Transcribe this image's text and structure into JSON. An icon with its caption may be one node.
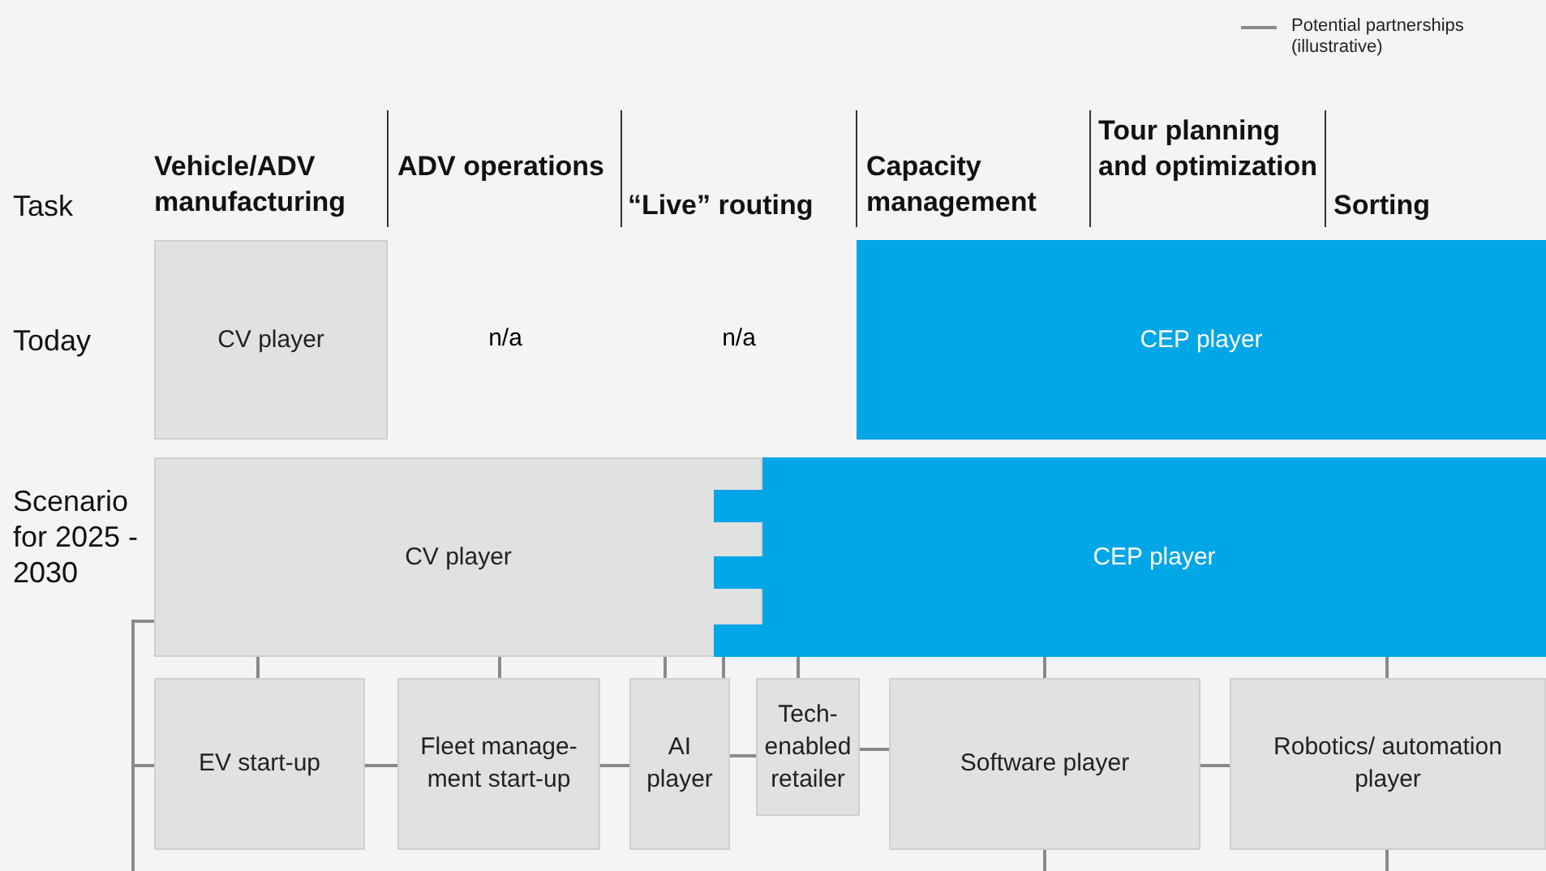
{
  "diagram": {
    "nodes": [
      {
        "text": [
          "CV player"
        ]
      },
      {
        "text": [
          "CEP player"
        ]
      },
      {
        "text": [
          "CV player"
        ]
      },
      {
        "text": [
          "CEP player"
        ]
      },
      {
        "text": [
          "EV start-up"
        ]
      },
      {
        "text": [
          "Fleet manage- ment start-up"
        ]
      },
      {
        "text": [
          "AI player"
        ]
      },
      {
        "text": [
          "Tech- enabled retailer"
        ]
      },
      {
        "text": [
          "Software player"
        ]
      },
      {
        "text": [
          "Robotics/ automation player"
        ]
      }
    ],
    "edges": [
      {
        "from": 2,
        "to": 4,
        "arrow": "none"
      },
      {
        "from": 2,
        "to": 5,
        "arrow": "none"
      },
      {
        "from": 2,
        "to": 6,
        "arrow": "none"
      },
      {
        "from": 3,
        "to": 6,
        "arrow": "none"
      },
      {
        "from": 3,
        "to": 7,
        "arrow": "none"
      },
      {
        "from": 3,
        "to": 8,
        "arrow": "none"
      },
      {
        "from": 3,
        "to": 9,
        "arrow": "none"
      },
      {
        "from": 2,
        "to": 4,
        "arrow": "none"
      },
      {
        "from": 4,
        "to": 5,
        "arrow": "none"
      },
      {
        "from": 5,
        "to": 6,
        "arrow": "none"
      },
      {
        "from": 6,
        "to": 7,
        "arrow": "none"
      },
      {
        "from": 7,
        "to": 8,
        "arrow": "none"
      },
      {
        "from": 8,
        "to": 9,
        "arrow": "none"
      },
      {
        "from": 8,
        "to": null,
        "arrow": "none"
      },
      {
        "from": 9,
        "to": null,
        "arrow": "none"
      }
    ],
    "labels": [
      "Task",
      "Vehicle/ADV manufacturing",
      "ADV operations",
      "“Live” routing",
      "Capacity management",
      "Tour planning and optimization",
      "Sorting",
      "Today",
      "n/a",
      "n/a",
      "Scenario for 2025 - 2030"
    ],
    "legend": [
      {
        "text": "Potential partnerships (illustrative)"
      }
    ]
  }
}
